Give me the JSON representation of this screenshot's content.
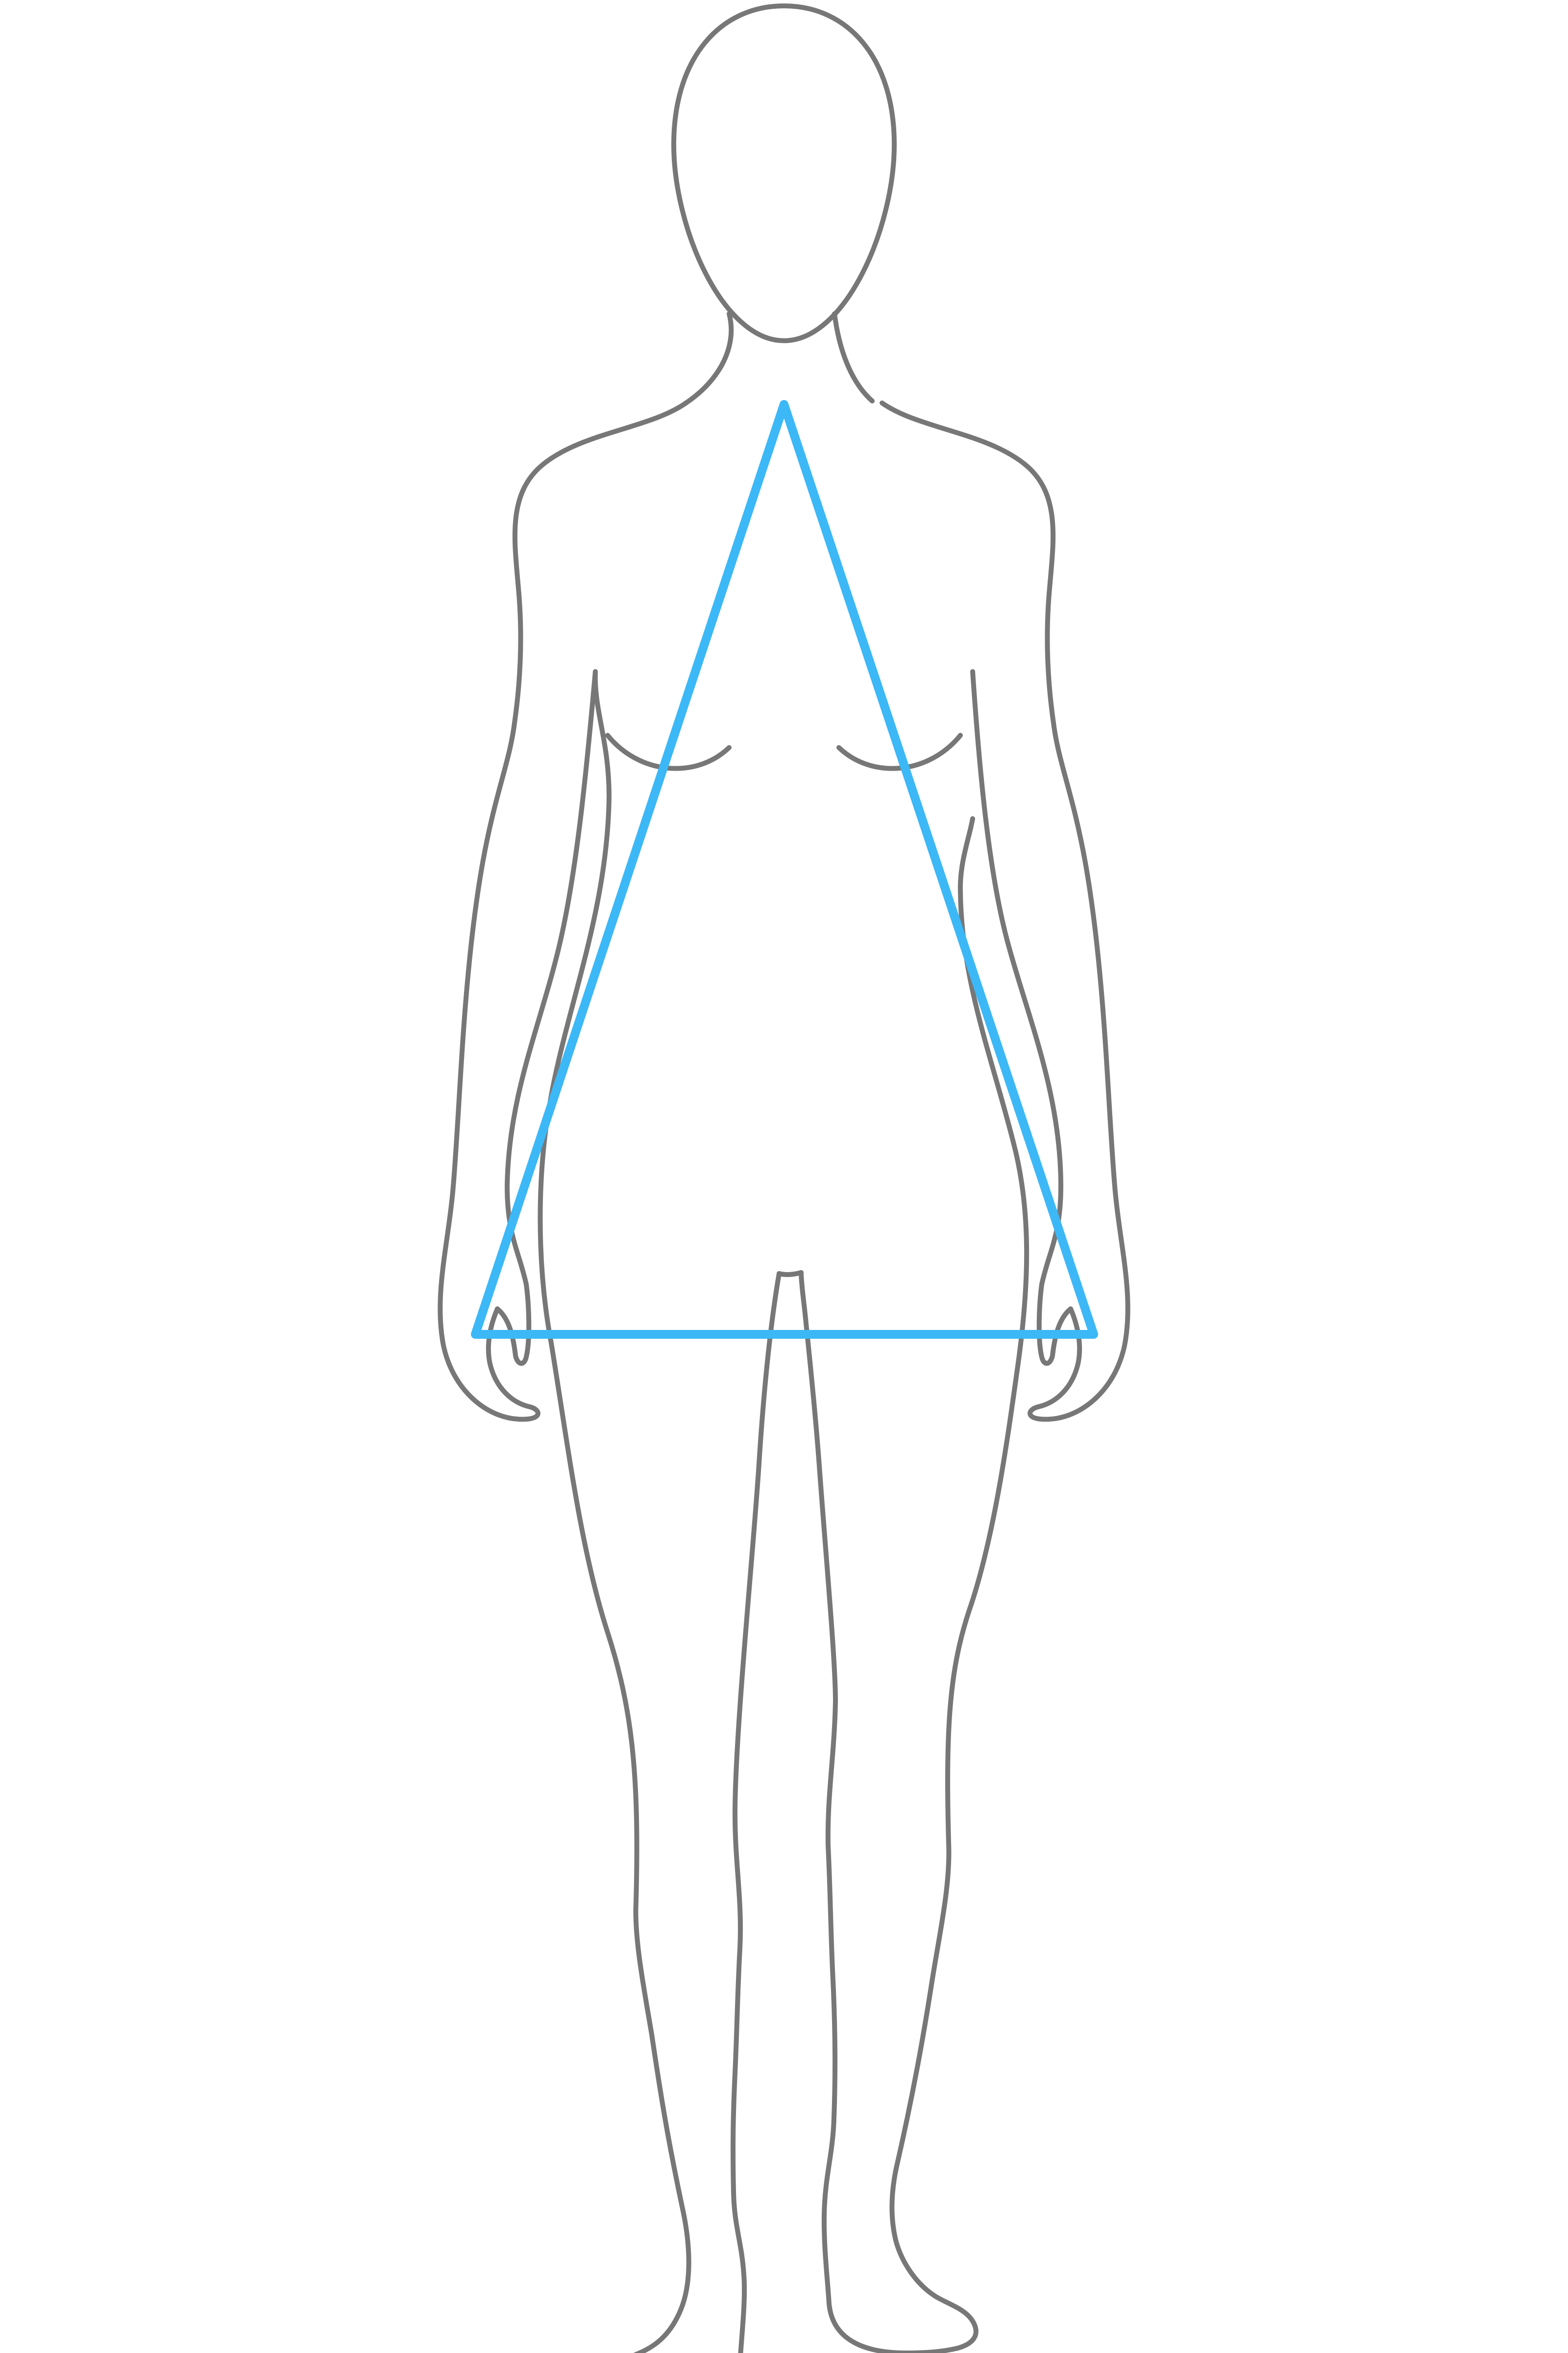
{
  "figure": {
    "subject": "female-body-silhouette",
    "view": "front",
    "body_shape_overlay": "triangle",
    "colors": {
      "background": "#ffffff",
      "outline": "#777777",
      "overlay": "#3cb8f7"
    }
  }
}
